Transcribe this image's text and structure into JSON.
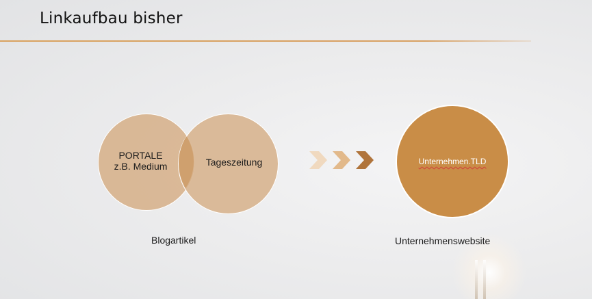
{
  "slide": {
    "title": "Linkaufbau bisher",
    "venn": {
      "left_line1": "PORTALE",
      "left_line2": "z.B. Medium",
      "right_label": "Tageszeitung",
      "caption": "Blogartikel"
    },
    "target": {
      "label": "Unternehmen.TLD",
      "caption": "Unternehmenswebsite"
    },
    "arrows": {
      "count": 3,
      "icon": "chevron-right-icon",
      "colors": [
        "#f0d9bf",
        "#e2b98a",
        "#b0743b"
      ]
    },
    "colors": {
      "accent": "#d9a25f",
      "venn_fill": "#d6af87",
      "target_fill": "#c98d47"
    }
  }
}
